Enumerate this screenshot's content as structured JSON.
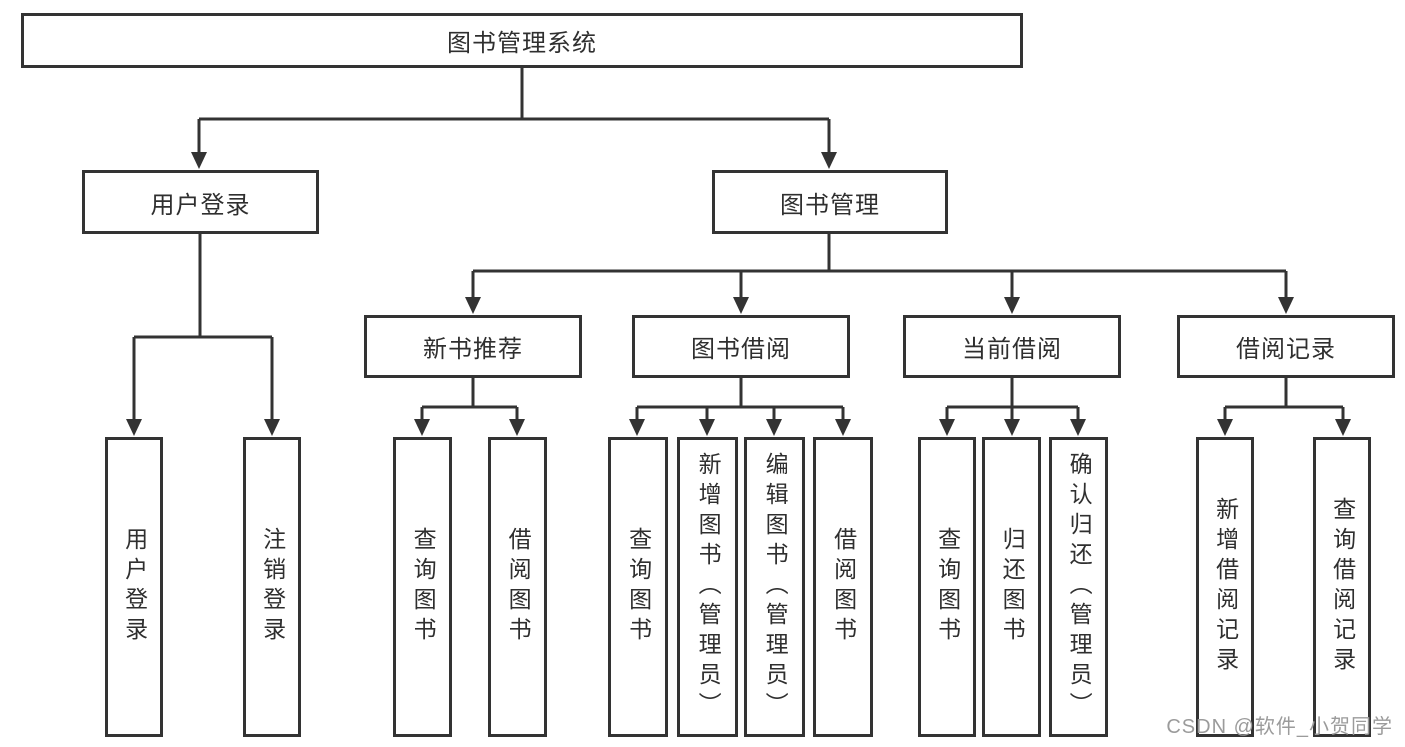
{
  "tree": {
    "root": {
      "label": "图书管理系统"
    },
    "level2": [
      {
        "label": "用户登录",
        "children": [
          {
            "label": "用户登录"
          },
          {
            "label": "注销登录"
          }
        ]
      },
      {
        "label": "图书管理",
        "children": [
          {
            "label": "新书推荐",
            "children": [
              {
                "label": "查询图书"
              },
              {
                "label": "借阅图书"
              }
            ]
          },
          {
            "label": "图书借阅",
            "children": [
              {
                "label": "查询图书"
              },
              {
                "label": "新增图书（管理员）"
              },
              {
                "label": "编辑图书（管理员）"
              },
              {
                "label": "借阅图书"
              }
            ]
          },
          {
            "label": "当前借阅",
            "children": [
              {
                "label": "查询图书"
              },
              {
                "label": "归还图书"
              },
              {
                "label": "确认归还（管理员）"
              }
            ]
          },
          {
            "label": "借阅记录",
            "children": [
              {
                "label": "新增借阅记录"
              },
              {
                "label": "查询借阅记录"
              }
            ]
          }
        ]
      }
    ]
  },
  "watermark": {
    "text": "CSDN @软件_小贺同学"
  },
  "colors": {
    "line": "#333333",
    "box_border": "#333333",
    "box_background": "#ffffff",
    "text": "#2f2f2f",
    "watermark": "#9b9b9b",
    "background": "#ffffff"
  }
}
